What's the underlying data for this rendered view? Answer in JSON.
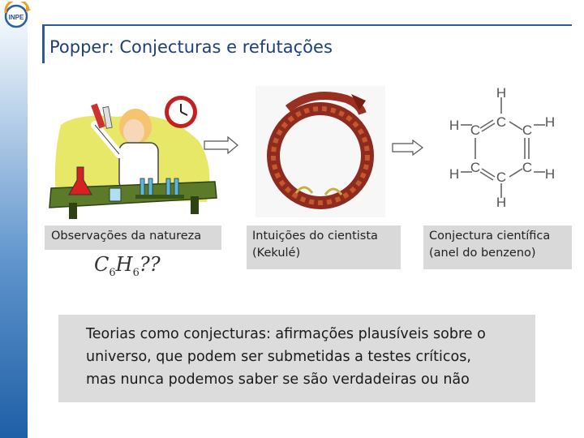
{
  "title": "Popper: Conjecturas e refutações",
  "logo": {
    "text": "INPE",
    "icon": "institute-logo"
  },
  "captions": {
    "observations": "Observações da natureza",
    "intuitions_line1": "Intuições do cientista",
    "intuitions_line2": "(Kekulé)",
    "conjecture_line1": "Conjectura científica",
    "conjecture_line2": "(anel do benzeno)"
  },
  "formula": {
    "c": "C",
    "c_sub": "6",
    "h": "H",
    "h_sub": "6",
    "suffix": "??"
  },
  "benzene": {
    "atom_c": "C",
    "atom_h": "H"
  },
  "theory": {
    "line1": "Teorias como conjecturas: afirmações plausíveis sobre o",
    "line2": "universo, que podem ser submetidas a testes críticos,",
    "line3": "mas nunca podemos saber se são verdadeiras ou não"
  },
  "colors": {
    "title": "#1e3f78",
    "frame": "#2c5c98",
    "caption_bg": "#d9d9d9"
  }
}
